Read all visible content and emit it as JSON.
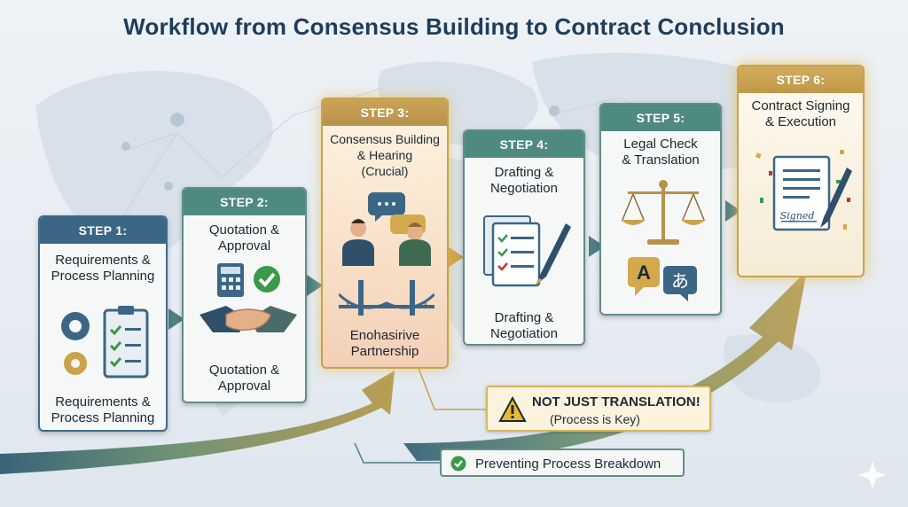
{
  "title": "Workflow from Consensus Building to Contract Conclusion",
  "steps": [
    {
      "label": "STEP 1:",
      "title": "Requirements & Process Planning",
      "lines": [
        "Requirements &",
        "Process Planning"
      ],
      "caption": [
        "Requirements &",
        "Process Planning"
      ],
      "icon": "gears-clipboard-icon"
    },
    {
      "label": "STEP 2:",
      "title": "Quotation & Approval",
      "lines": [
        "Quotation &",
        "Approval"
      ],
      "caption": [
        "Quotation &",
        "Approval"
      ],
      "icon": "handshake-icon"
    },
    {
      "label": "STEP 3:",
      "lines": [
        "Consensus Building",
        "& Hearing",
        "(Crucial)"
      ],
      "caption": [
        "Enohasirive",
        "Partnership"
      ],
      "icon": "bridge-icon"
    },
    {
      "label": "STEP 4:",
      "lines": [
        "Drafting &",
        "Negotiation"
      ],
      "caption": [
        "Drafting &",
        "Negotiation"
      ],
      "icon": "documents-pen-icon"
    },
    {
      "label": "STEP 5:",
      "lines": [
        "Legal Check",
        "& Translation"
      ],
      "icon": "scales-icon"
    },
    {
      "label": "STEP 6:",
      "lines": [
        "Contract Signing",
        "& Execution"
      ],
      "icon": "signed-contract-icon"
    }
  ],
  "warning": {
    "title": "NOT JUST TRANSLATION!",
    "subtitle": "(Process is Key)"
  },
  "callout": {
    "text": "Preventing Process Breakdown"
  },
  "translation_glyphs": {
    "left": "A",
    "right": "あ"
  },
  "signature_text": "Signed",
  "colors": {
    "navy": "#1f3d5a",
    "teal": "#4f8a80",
    "gold": "#c9a24a",
    "arrow": "#3d6b76"
  }
}
